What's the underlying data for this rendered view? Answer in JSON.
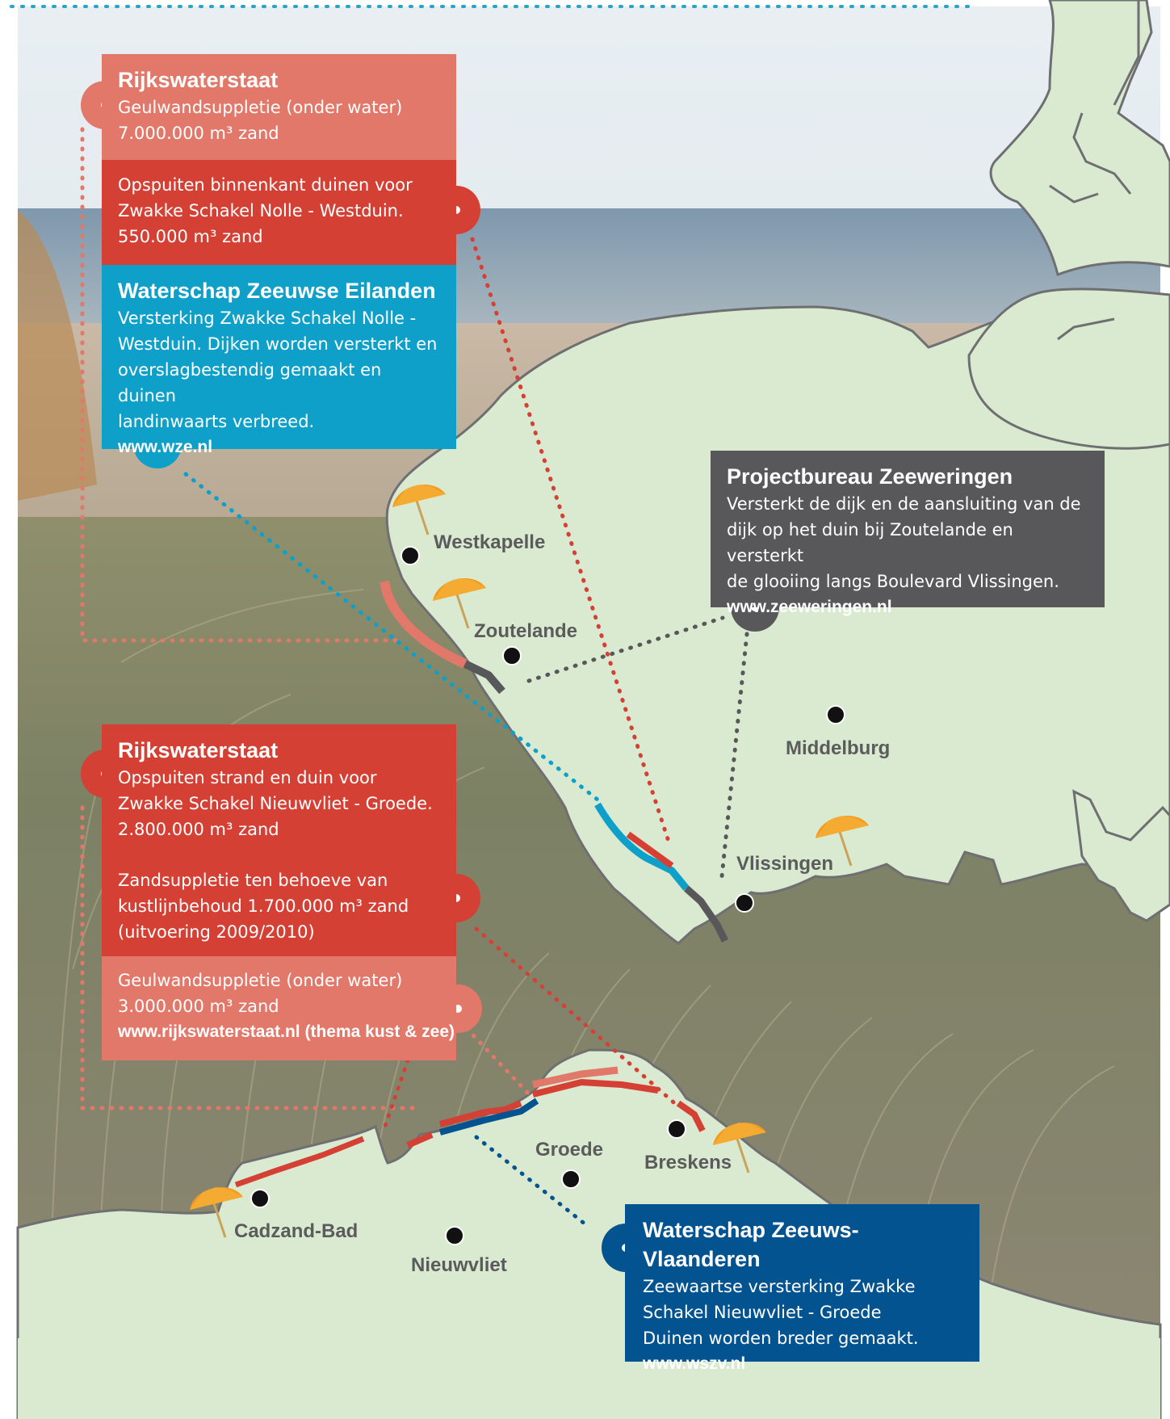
{
  "colors": {
    "land": "#d9ead0",
    "coast": "#6f6f72",
    "rws_light": "#e2786a",
    "rws_dark": "#d54034",
    "wze": "#0ea0c9",
    "zeeweringen": "#58585a",
    "wszv": "#035390",
    "dot": "#111111"
  },
  "boxes": {
    "rws_top": {
      "title": "Rijkswaterstaat",
      "line1": "Geulwandsuppletie (onder water)",
      "line2": "7.000.000 m³ zand"
    },
    "rws_top2": {
      "line1": "Opspuiten binnenkant duinen voor",
      "line2": "Zwakke Schakel Nolle - Westduin.",
      "line3": "550.000 m³ zand"
    },
    "wze": {
      "title": "Waterschap Zeeuwse Eilanden",
      "line1": "Versterking Zwakke Schakel Nolle -",
      "line2": "Westduin. Dijken worden versterkt en",
      "line3": "overslagbestendig gemaakt en duinen",
      "line4": "landinwaarts verbreed.",
      "url": "www.wze.nl"
    },
    "zeeweringen": {
      "title": "Projectbureau Zeeweringen",
      "line1": "Versterkt de dijk en de aansluiting van de",
      "line2": "dijk op het duin bij Zoutelande en versterkt",
      "line3": "de glooiing langs Boulevard Vlissingen.",
      "url": "www.zeeweringen.nl"
    },
    "rws_bottom": {
      "title": "Rijkswaterstaat",
      "line1": "Opspuiten strand en duin voor",
      "line2": "Zwakke Schakel Nieuwvliet - Groede.",
      "line3": "2.800.000 m³ zand",
      "line4": "Zandsuppletie ten behoeve van",
      "line5": "kustlijnbehoud 1.700.000 m³ zand",
      "line6": "(uitvoering 2009/2010)"
    },
    "rws_bottom2": {
      "line1": "Geulwandsuppletie (onder water)",
      "line2": "3.000.000 m³ zand",
      "url": "www.rijkswaterstaat.nl (thema kust & zee)"
    },
    "wszv": {
      "title": "Waterschap Zeeuws-Vlaanderen",
      "line1": "Zeewaartse versterking Zwakke",
      "line2": "Schakel Nieuwvliet - Groede",
      "line3": "Duinen worden breder gemaakt.",
      "url": "www.wszv.nl"
    }
  },
  "places": {
    "westkapelle": "Westkapelle",
    "zoutelande": "Zoutelande",
    "middelburg": "Middelburg",
    "vlissingen": "Vlissingen",
    "groede": "Groede",
    "breskens": "Breskens",
    "cadzand": "Cadzand-Bad",
    "nieuwvliet": "Nieuwvliet"
  },
  "icons": [
    "beach-umbrella-icon",
    "city-dot-icon"
  ]
}
